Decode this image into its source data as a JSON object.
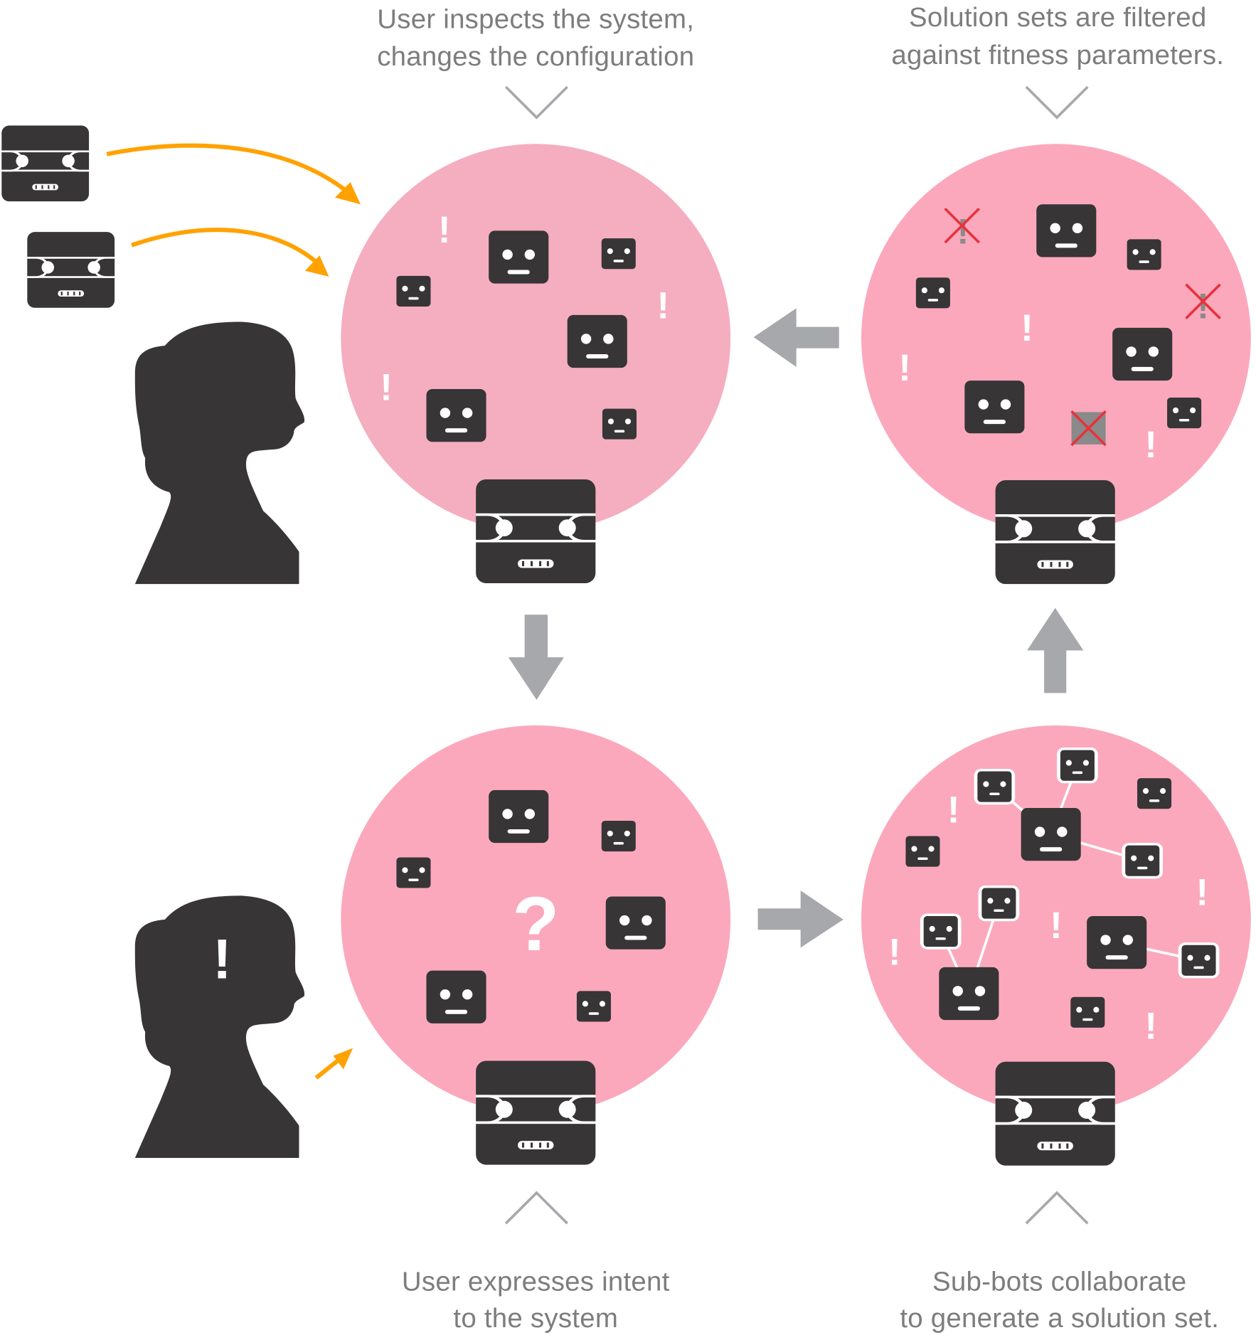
{
  "colors": {
    "bubble_pink": "#fba8bd",
    "bubble_pink_top_left": "#f5adc0",
    "bot_dark": "#373536",
    "arrow_gray": "#a7a8ab",
    "arrow_orange": "#ffa200",
    "caption_gray": "#7d7d7d",
    "reject_red": "#e8323c",
    "white": "#ffffff"
  },
  "captions": {
    "top_left": [
      "User inspects the system,",
      "changes the configuration"
    ],
    "top_right": [
      "Solution sets are filtered",
      "against fitness parameters."
    ],
    "bottom_left": [
      "User expresses intent",
      "to the system"
    ],
    "bottom_right": [
      "Sub-bots collaborate",
      "to generate a solution set."
    ]
  },
  "symbols": {
    "exclamation": "!",
    "question": "?"
  },
  "panels": [
    {
      "id": "inspect",
      "step": "User inspects the system, changes the configuration",
      "sub_bots": 6,
      "exclamations": 3
    },
    {
      "id": "filter",
      "step": "Solution sets are filtered against fitness parameters.",
      "sub_bots": 6,
      "rejected": 3,
      "exclamations": 3
    },
    {
      "id": "intent",
      "step": "User expresses intent to the system",
      "sub_bots": 6,
      "question": true
    },
    {
      "id": "collaborate",
      "step": "Sub-bots collaborate to generate a solution set.",
      "sub_bots": 12,
      "exclamations": 5
    }
  ],
  "flow": [
    "intent",
    "collaborate",
    "filter",
    "inspect",
    "intent"
  ]
}
